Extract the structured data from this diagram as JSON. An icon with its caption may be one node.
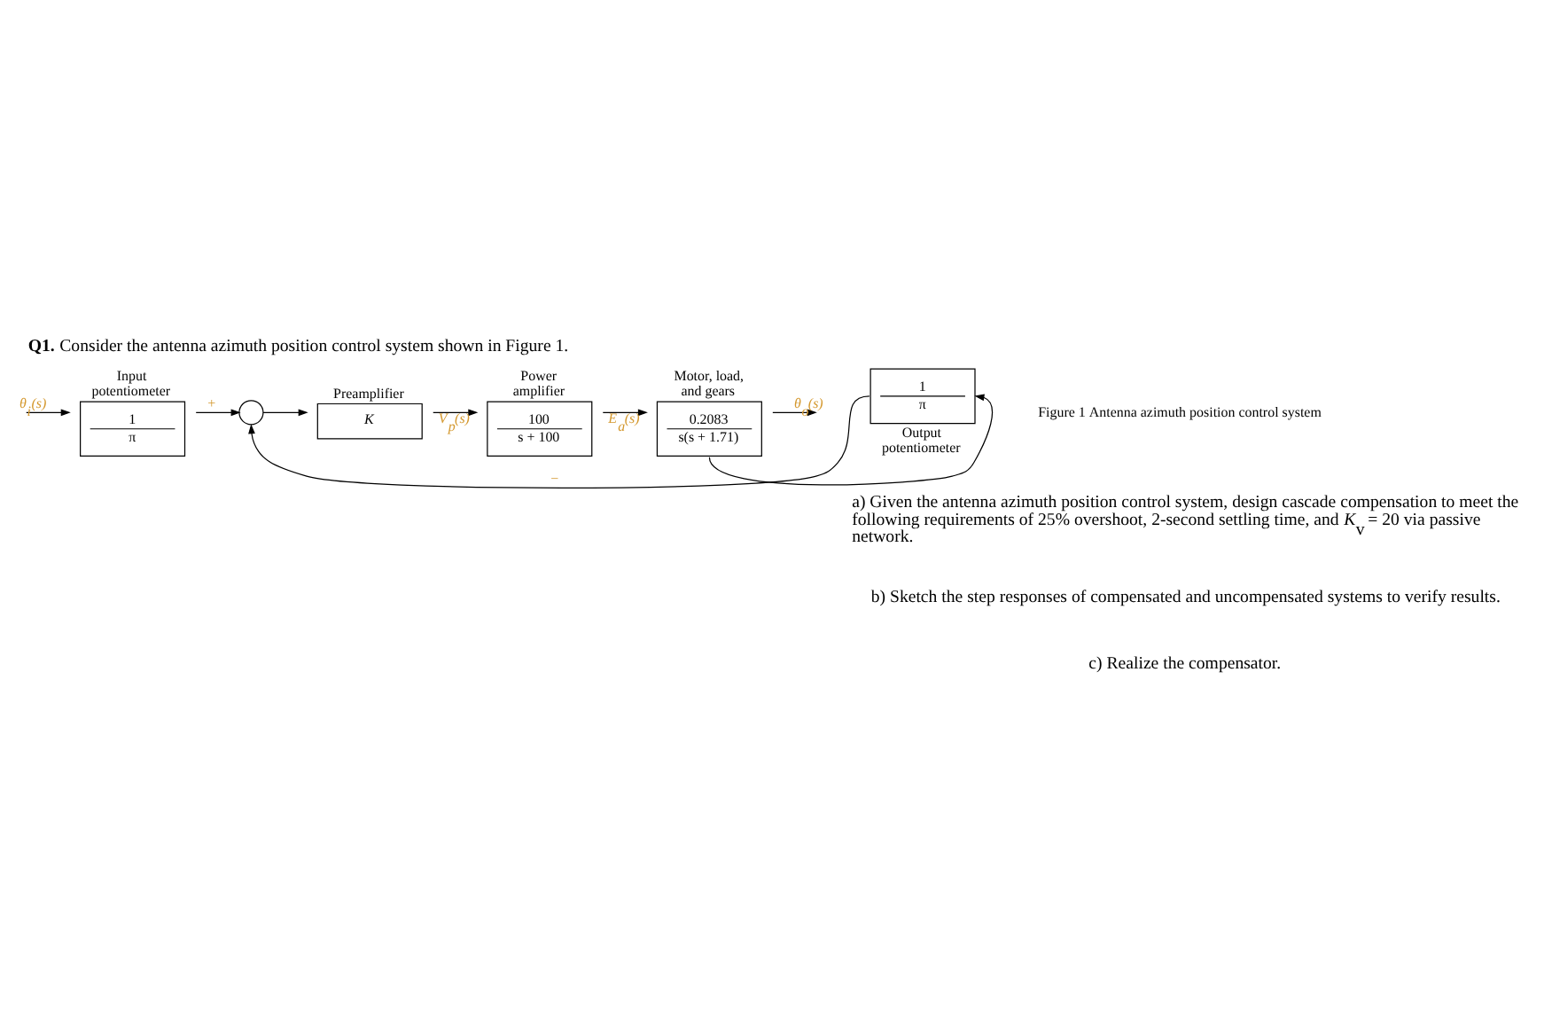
{
  "diagram": {
    "title": "**Q1.** Consider the antenna azimuth position control system shown in Figure 1.",
    "caption": "Figure 1 Antenna azimuth position control system",
    "nodes": [
      {
        "text": [
          "Input potentiometer",
          "1",
          "π"
        ]
      },
      {
        "text": [],
        "shape": "circle"
      },
      {
        "text": [
          "Preamplifier",
          "K"
        ]
      },
      {
        "text": [
          "Power amplifier",
          "100",
          "s + 100"
        ]
      },
      {
        "text": [
          "Motor, load, and gears",
          "0.2083",
          "s(s + 1.71)"
        ]
      },
      {
        "text": [
          "1",
          "π",
          "Output potentiometer"
        ]
      }
    ],
    "edges": [
      {
        "from": null,
        "to": 0,
        "arrow": "to",
        "label": "θ$_{i}$(s)"
      },
      {
        "from": 0,
        "to": 1,
        "arrow": "to",
        "label": "+"
      },
      {
        "from": 1,
        "to": 2,
        "arrow": "to"
      },
      {
        "from": 2,
        "to": 3,
        "arrow": "to",
        "label": "V$_{p}$(s)"
      },
      {
        "from": 3,
        "to": 4,
        "arrow": "to",
        "label": "E$_{a}$(s)"
      },
      {
        "from": 4,
        "to": null,
        "arrow": "to",
        "label": "θ$_{o}$(s)"
      },
      {
        "from": 4,
        "to": 5,
        "arrow": "to"
      },
      {
        "from": 5,
        "to": 1,
        "arrow": "to",
        "label": "−"
      }
    ],
    "labels": [
      "a) Given the antenna azimuth position control system, design cascade compensation to meet the following requirements of 25% overshoot, 2-second settling time, and *K*$_{v}$ = 20 via passive network.",
      "b) Sketch the step responses of compensated and uncompensated systems to verify results.",
      "c) Realize the compensator."
    ]
  }
}
